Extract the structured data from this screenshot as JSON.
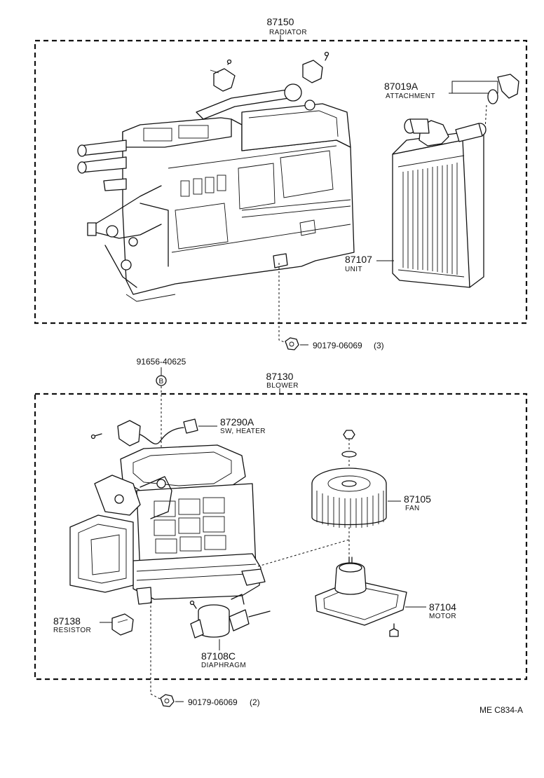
{
  "groups": {
    "radiator": {
      "number": "87150",
      "name": "RADIATOR"
    },
    "blower": {
      "number": "87130",
      "name": "BLOWER"
    }
  },
  "parts": {
    "attachment": {
      "number": "87019A",
      "name": "ATTACHMENT"
    },
    "unit": {
      "number": "87107",
      "name": "UNIT"
    },
    "sw_heater": {
      "number": "87290A",
      "name": "SW, HEATER"
    },
    "fan": {
      "number": "87105",
      "name": "FAN"
    },
    "motor": {
      "number": "87104",
      "name": "MOTOR"
    },
    "resistor": {
      "number": "87138",
      "name": "RESISTOR"
    },
    "diaphragm": {
      "number": "87108C",
      "name": "DIAPHRAGM"
    }
  },
  "fasteners": {
    "nut_top": {
      "code": "90179-06069",
      "qty": "(3)"
    },
    "nut_bottom": {
      "code": "90179-06069",
      "qty": "(2)"
    },
    "clip": {
      "code": "91656-40625",
      "marker": "B"
    }
  },
  "footer": {
    "ref": "ME  C834-A"
  }
}
